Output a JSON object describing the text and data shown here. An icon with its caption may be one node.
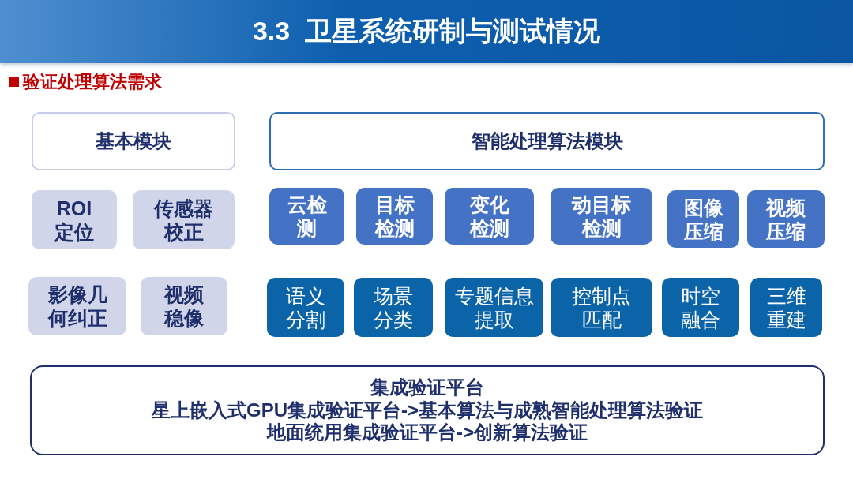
{
  "diagram": {
    "title": "3.3  卫星系统研制与测试情况",
    "nodes": [
      {
        "text": [
          "基本模块"
        ]
      },
      {
        "text": [
          "智能处理算法模块"
        ]
      },
      {
        "text": [
          "ROI定位"
        ]
      },
      {
        "text": [
          "传感器校正"
        ]
      },
      {
        "text": [
          "云检测"
        ]
      },
      {
        "text": [
          "目标检测"
        ]
      },
      {
        "text": [
          "变化检测"
        ]
      },
      {
        "text": [
          "动目标检测"
        ]
      },
      {
        "text": [
          "图像压缩"
        ]
      },
      {
        "text": [
          "视频压缩"
        ]
      },
      {
        "text": [
          "影像几何纠正"
        ]
      },
      {
        "text": [
          "视频稳像"
        ]
      },
      {
        "text": [
          "语义分割"
        ]
      },
      {
        "text": [
          "场景分类"
        ]
      },
      {
        "text": [
          "专题信息提取"
        ]
      },
      {
        "text": [
          "控制点匹配"
        ]
      },
      {
        "text": [
          "时空融合"
        ]
      },
      {
        "text": [
          "三维重建"
        ]
      },
      {
        "text": [
          "集成验证平台",
          "星上嵌入式GPU集成验证平台->基本算法与成熟智能处理算法验证",
          "地面统用集成验证平台->创新算法验证"
        ]
      }
    ],
    "labels": [
      "验证处理算法需求"
    ]
  }
}
